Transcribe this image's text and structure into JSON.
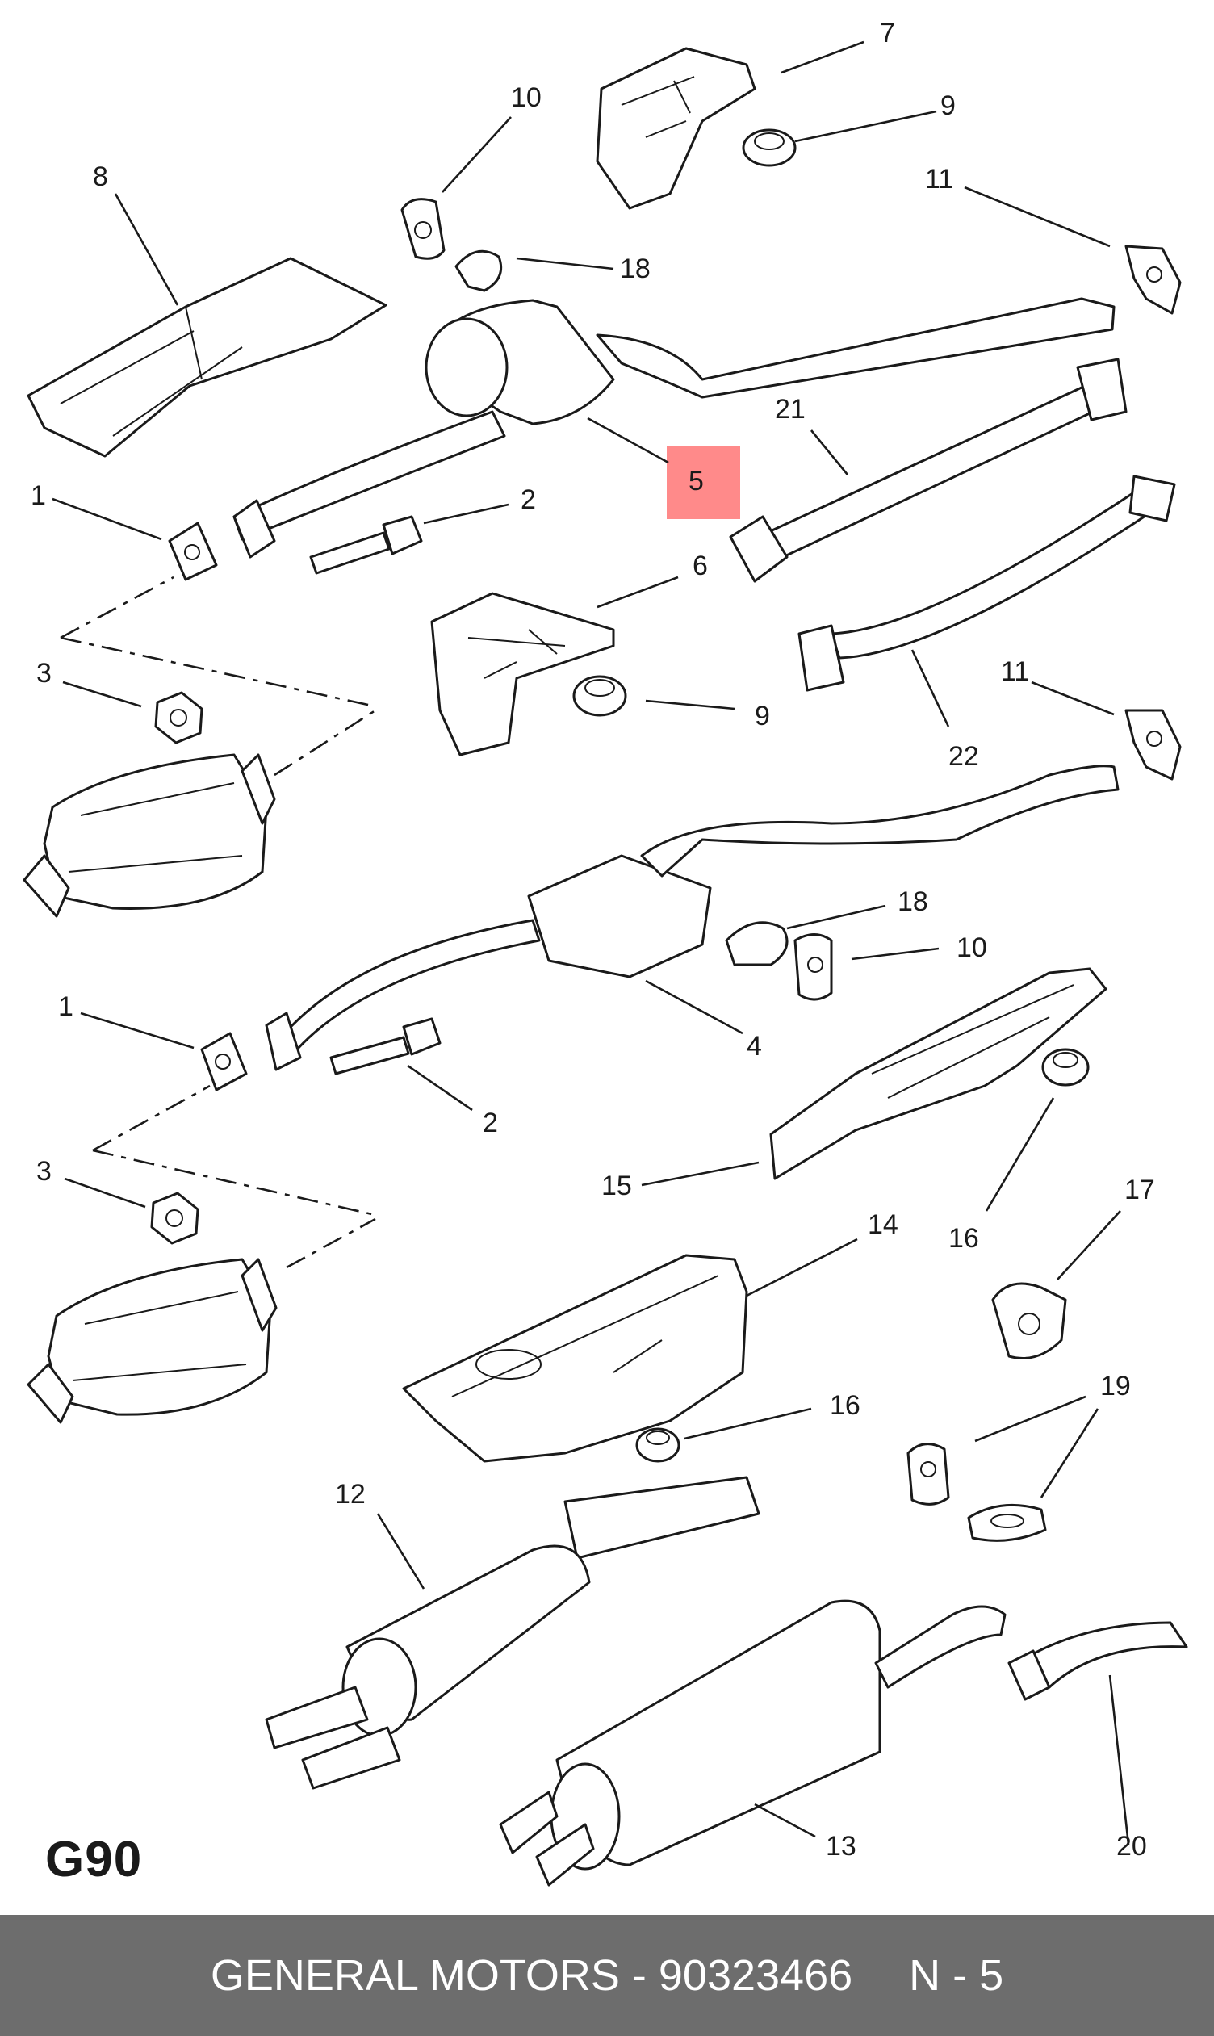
{
  "diagram": {
    "page_code": "G90",
    "highlight_color": "#ff8a8a",
    "callouts": {
      "c7": "7",
      "c9a": "9",
      "c10a": "10",
      "c18a": "18",
      "c11a": "11",
      "c8": "8",
      "c5": "5",
      "c21": "21",
      "c1a": "1",
      "c2a": "2",
      "c6": "6",
      "c3a": "3",
      "c9b": "9",
      "c11b": "11",
      "c22": "22",
      "c18b": "18",
      "c10b": "10",
      "c1b": "1",
      "c4": "4",
      "c2b": "2",
      "c15": "15",
      "c16a": "16",
      "c17": "17",
      "c3b": "3",
      "c14": "14",
      "c16b": "16",
      "c19": "19",
      "c12": "12",
      "c13": "13",
      "c20": "20"
    }
  },
  "footer": {
    "brand_part": "GENERAL MOTORS - 90323466",
    "ref": "N - 5"
  }
}
